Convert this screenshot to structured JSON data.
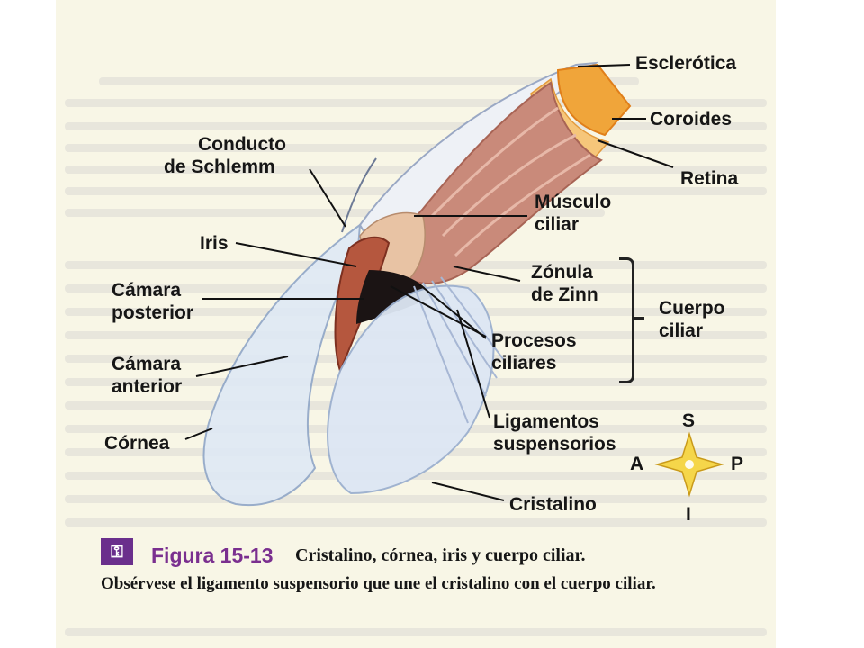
{
  "labels": {
    "esclerotica": "Esclerótica",
    "coroides": "Coroides",
    "retina": "Retina",
    "conducto_1": "Conducto",
    "conducto_2": "de Schlemm",
    "musculo_1": "Músculo",
    "musculo_2": "ciliar",
    "iris": "Iris",
    "zonula_1": "Zónula",
    "zonula_2": "de Zinn",
    "camara_post_1": "Cámara",
    "camara_post_2": "posterior",
    "cuerpo_1": "Cuerpo",
    "cuerpo_2": "ciliar",
    "procesos_1": "Procesos",
    "procesos_2": "ciliares",
    "camara_ant_1": "Cámara",
    "camara_ant_2": "anterior",
    "ligamentos_1": "Ligamentos",
    "ligamentos_2": "suspensorios",
    "cornea": "Córnea",
    "cristalino": "Cristalino"
  },
  "compass": {
    "superior": "S",
    "anterior": "A",
    "posterior": "P",
    "inferior": "I"
  },
  "caption": {
    "icon_glyph": "⚿",
    "figure": "Figura 15-13",
    "title": "Cristalino, córnea, iris y cuerpo ciliar.",
    "text": "Obsérvese el ligamento suspensorio que une el cristalino con el cuerpo ciliar."
  },
  "colors": {
    "caption_accent": "#7a2f8f",
    "coroides": "#f0a53a",
    "muscle": "#c98a7a",
    "compass_star": "#f5d64a"
  }
}
